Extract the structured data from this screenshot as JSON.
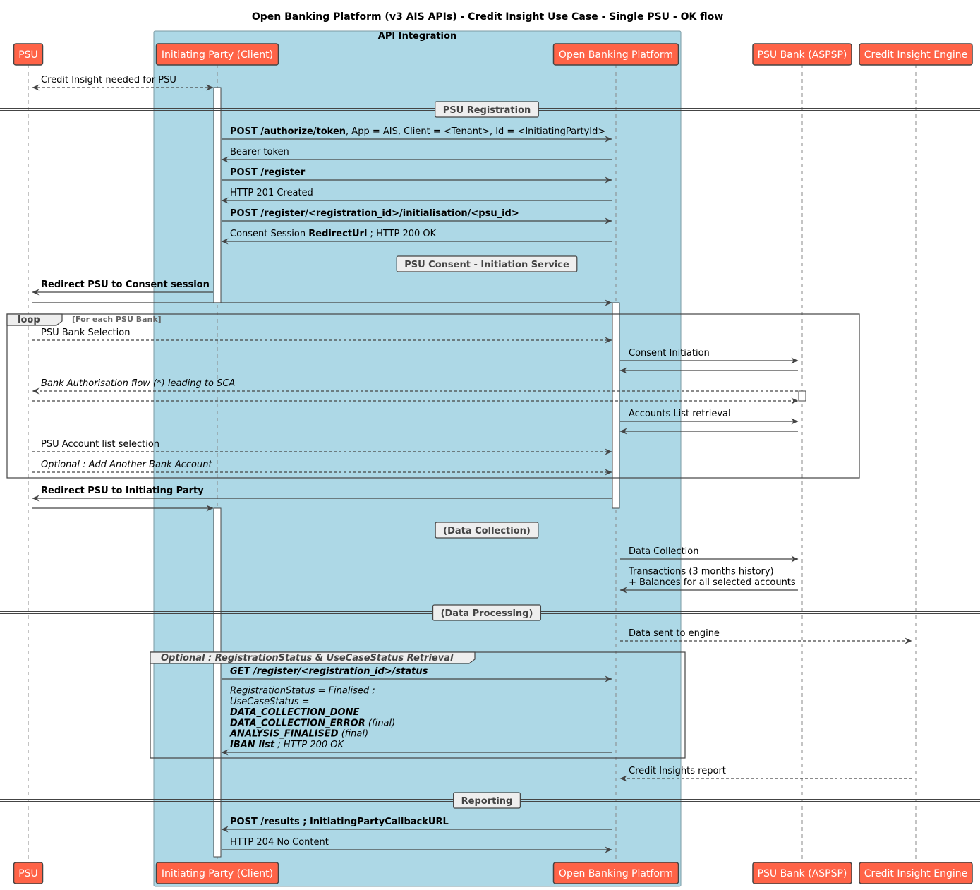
{
  "title": "Open Banking Platform (v3 AIS APIs) - Credit Insight Use Case - Single PSU - OK flow",
  "box": {
    "label": "API Integration",
    "color": "#add8e6"
  },
  "colors": {
    "participant": "#ff6347",
    "line": "#444444"
  },
  "participants": [
    {
      "id": "psu",
      "label": "PSU"
    },
    {
      "id": "ip",
      "label": "Initiating Party (Client)"
    },
    {
      "id": "obp",
      "label": "Open Banking Platform"
    },
    {
      "id": "bank",
      "label": "PSU Bank (ASPSP)"
    },
    {
      "id": "cie",
      "label": "Credit Insight Engine"
    }
  ],
  "dividers": [
    {
      "label": "PSU Registration"
    },
    {
      "label": "PSU Consent - Initiation Service"
    },
    {
      "label": "(Data Collection)"
    },
    {
      "label": "(Data Processing)"
    },
    {
      "label": "Reporting"
    }
  ],
  "groups": [
    {
      "keyword": "loop",
      "condition": "[For each PSU Bank]"
    },
    {
      "keyword": "",
      "condition": "Optional : RegistrationStatus & UseCaseStatus Retrieval"
    }
  ],
  "messages": [
    {
      "from": "ip",
      "to": "psu",
      "dashed": true,
      "both": true,
      "lines": [
        [
          {
            "t": "Credit Insight needed for PSU"
          }
        ]
      ]
    },
    {
      "from": "ip",
      "to": "obp",
      "lines": [
        [
          {
            "t": "POST /authorize/token",
            "b": true
          },
          {
            "t": ", App = AIS, Client = <Tenant>, Id = <InitiatingPartyId>"
          }
        ]
      ]
    },
    {
      "from": "obp",
      "to": "ip",
      "lines": [
        [
          {
            "t": "Bearer token"
          }
        ]
      ]
    },
    {
      "from": "ip",
      "to": "obp",
      "lines": [
        [
          {
            "t": "POST /register",
            "b": true
          }
        ]
      ]
    },
    {
      "from": "obp",
      "to": "ip",
      "lines": [
        [
          {
            "t": "HTTP 201 Created"
          }
        ]
      ]
    },
    {
      "from": "ip",
      "to": "obp",
      "lines": [
        [
          {
            "t": "POST /register/<registration_id>/initialisation/<psu_id>",
            "b": true
          }
        ]
      ]
    },
    {
      "from": "obp",
      "to": "ip",
      "lines": [
        [
          {
            "t": "Consent Session "
          },
          {
            "t": "RedirectUrl",
            "b": true
          },
          {
            "t": " ; HTTP 200 OK"
          }
        ]
      ]
    },
    {
      "from": "ip",
      "to": "psu",
      "lines": [
        [
          {
            "t": "Redirect PSU to Consent session",
            "b": true
          }
        ]
      ]
    },
    {
      "from": "psu",
      "to": "obp",
      "lines": []
    },
    {
      "from": "psu",
      "to": "obp",
      "dashed": true,
      "lines": [
        [
          {
            "t": "PSU Bank Selection"
          }
        ]
      ]
    },
    {
      "from": "obp",
      "to": "bank",
      "lines": [
        [
          {
            "t": "Consent Initiation"
          }
        ]
      ]
    },
    {
      "from": "bank",
      "to": "obp",
      "lines": []
    },
    {
      "from": "bank",
      "to": "psu",
      "dashed": true,
      "lines": [
        [
          {
            "t": "Bank Authorisation flow (*) leading to SCA",
            "i": true
          }
        ]
      ]
    },
    {
      "from": "psu",
      "to": "bank",
      "dashed": true,
      "lines": []
    },
    {
      "from": "obp",
      "to": "bank",
      "lines": [
        [
          {
            "t": "Accounts List retrieval"
          }
        ]
      ]
    },
    {
      "from": "bank",
      "to": "obp",
      "lines": []
    },
    {
      "from": "psu",
      "to": "obp",
      "dashed": true,
      "lines": [
        [
          {
            "t": "PSU Account list selection"
          }
        ]
      ]
    },
    {
      "from": "psu",
      "to": "obp",
      "dashed": true,
      "lines": [
        [
          {
            "t": "Optional : Add Another Bank Account",
            "i": true
          }
        ]
      ]
    },
    {
      "from": "obp",
      "to": "psu",
      "lines": [
        [
          {
            "t": "Redirect PSU to Initiating Party",
            "b": true
          }
        ]
      ]
    },
    {
      "from": "psu",
      "to": "ip",
      "lines": []
    },
    {
      "from": "obp",
      "to": "bank",
      "lines": [
        [
          {
            "t": "Data Collection"
          }
        ]
      ]
    },
    {
      "from": "bank",
      "to": "obp",
      "lines": [
        [
          {
            "t": "Transactions (3 months history)"
          }
        ],
        [
          {
            "t": " + Balances for all selected accounts"
          }
        ]
      ]
    },
    {
      "from": "obp",
      "to": "cie",
      "dashed": true,
      "lines": [
        [
          {
            "t": "Data sent to engine"
          }
        ]
      ]
    },
    {
      "from": "ip",
      "to": "obp",
      "lines": [
        [
          {
            "t": "GET /register/<registration_id>/status",
            "b": true,
            "i": true
          }
        ]
      ]
    },
    {
      "from": "obp",
      "to": "ip",
      "lines": [
        [
          {
            "t": "RegistrationStatus = Finalised ;",
            "i": true
          }
        ],
        [
          {
            "t": "UseCaseStatus =",
            "i": true
          }
        ],
        [
          {
            "t": "DATA_COLLECTION_DONE",
            "b": true,
            "i": true
          }
        ],
        [
          {
            "t": "DATA_COLLECTION_ERROR",
            "b": true,
            "i": true
          },
          {
            "t": " (final)",
            "i": true
          }
        ],
        [
          {
            "t": "ANALYSIS_FINALISED",
            "b": true,
            "i": true
          },
          {
            "t": " (final)",
            "i": true
          }
        ],
        [
          {
            "t": "IBAN list",
            "b": true,
            "i": true
          },
          {
            "t": " ; HTTP 200 OK",
            "i": true
          }
        ]
      ]
    },
    {
      "from": "cie",
      "to": "obp",
      "dashed": true,
      "lines": [
        [
          {
            "t": "Credit Insights report"
          }
        ]
      ]
    },
    {
      "from": "obp",
      "to": "ip",
      "lines": [
        [
          {
            "t": "POST /results ; InitiatingPartyCallbackURL",
            "b": true
          }
        ]
      ]
    },
    {
      "from": "ip",
      "to": "obp",
      "lines": [
        [
          {
            "t": "HTTP 204 No Content"
          }
        ]
      ]
    }
  ]
}
